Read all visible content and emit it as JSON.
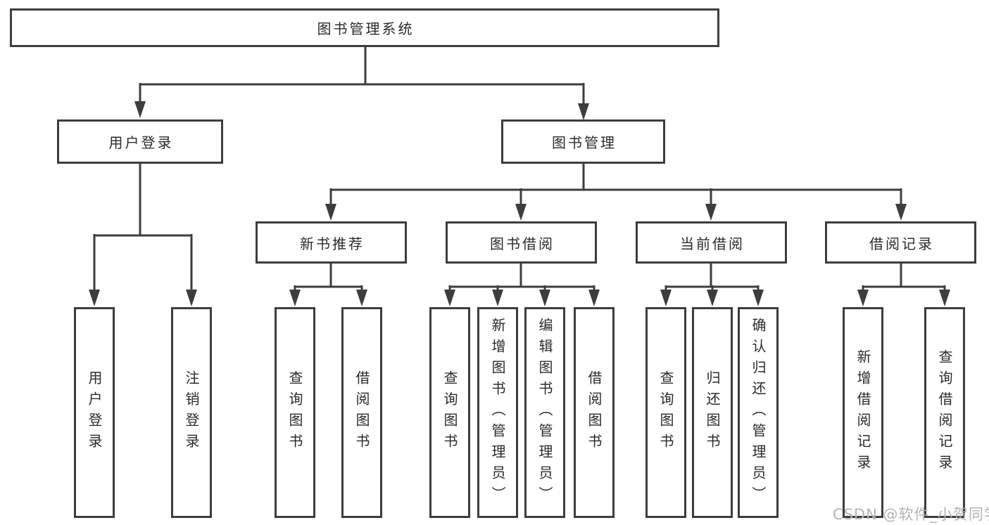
{
  "tree": {
    "label": "图书管理系统",
    "children": [
      {
        "label": "用户登录",
        "children": [
          {
            "label": "用户登录"
          },
          {
            "label": "注销登录"
          }
        ]
      },
      {
        "label": "图书管理",
        "children": [
          {
            "label": "新书推荐",
            "children": [
              {
                "label": "查询图书"
              },
              {
                "label": "借阅图书"
              }
            ]
          },
          {
            "label": "图书借阅",
            "children": [
              {
                "label": "查询图书"
              },
              {
                "label": "新增图书（管理员）"
              },
              {
                "label": "编辑图书（管理员）"
              },
              {
                "label": "借阅图书"
              }
            ]
          },
          {
            "label": "当前借阅",
            "children": [
              {
                "label": "查询图书"
              },
              {
                "label": "归还图书"
              },
              {
                "label": "确认归还（管理员）"
              }
            ]
          },
          {
            "label": "借阅记录",
            "children": [
              {
                "label": "新增借阅记录"
              },
              {
                "label": "查询借阅记录"
              }
            ]
          }
        ]
      }
    ]
  },
  "watermark": "CSDN @软件_小贺同学",
  "colors": {
    "line": "#3d3d3d",
    "box_border": "#3d3d3d",
    "text": "#2b2b2b",
    "watermark": "#b4b4b4",
    "background": "#ffffff"
  }
}
